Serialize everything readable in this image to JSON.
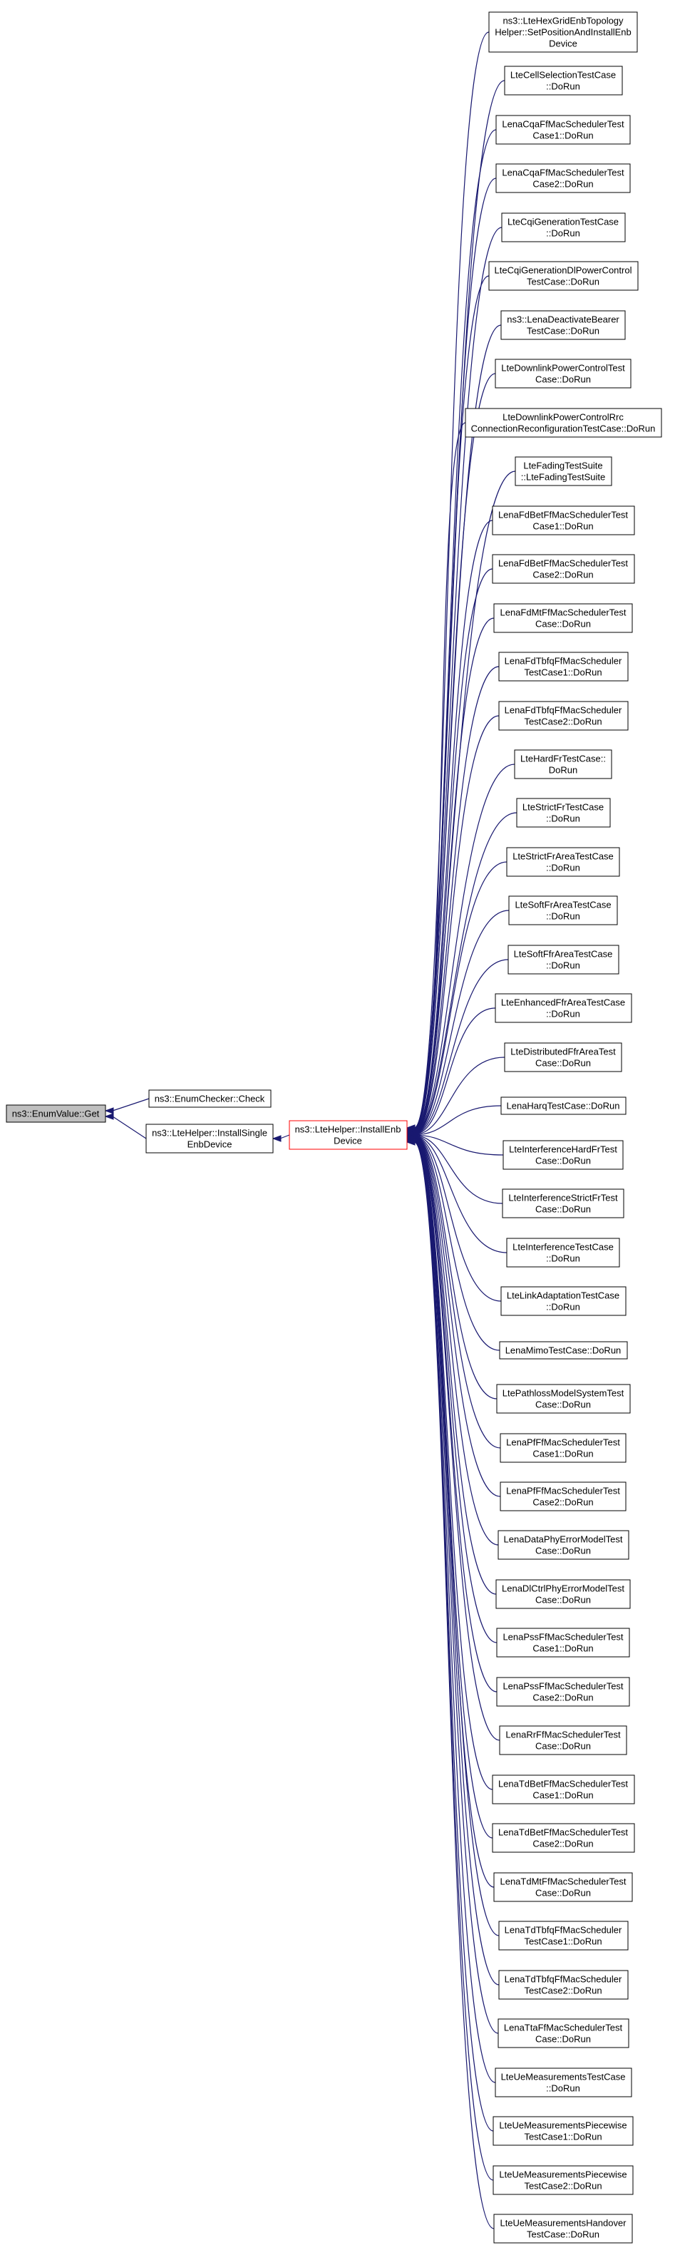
{
  "colors": {
    "edge": "#191970",
    "root_fill": "#bfbfbf",
    "hub_border": "#ff0000",
    "node_border": "#000000"
  },
  "root": {
    "lines": [
      "ns3::EnumValue::Get"
    ]
  },
  "level1": [
    {
      "id": "enumchecker",
      "lines": [
        "ns3::EnumChecker::Check"
      ]
    },
    {
      "id": "installsingle",
      "lines": [
        "ns3::LteHelper::InstallSingle",
        "EnbDevice"
      ]
    }
  ],
  "hub": {
    "lines": [
      "ns3::LteHelper::InstallEnb",
      "Device"
    ]
  },
  "callers": [
    {
      "lines": [
        "ns3::LteHexGridEnbTopology",
        "Helper::SetPositionAndInstallEnb",
        "Device"
      ]
    },
    {
      "lines": [
        "LteCellSelectionTestCase",
        "::DoRun"
      ]
    },
    {
      "lines": [
        "LenaCqaFfMacSchedulerTest",
        "Case1::DoRun"
      ]
    },
    {
      "lines": [
        "LenaCqaFfMacSchedulerTest",
        "Case2::DoRun"
      ]
    },
    {
      "lines": [
        "LteCqiGenerationTestCase",
        "::DoRun"
      ]
    },
    {
      "lines": [
        "LteCqiGenerationDlPowerControl",
        "TestCase::DoRun"
      ]
    },
    {
      "lines": [
        "ns3::LenaDeactivateBearer",
        "TestCase::DoRun"
      ]
    },
    {
      "lines": [
        "LteDownlinkPowerControlTest",
        "Case::DoRun"
      ]
    },
    {
      "lines": [
        "LteDownlinkPowerControlRrc",
        "ConnectionReconfigurationTestCase::DoRun"
      ]
    },
    {
      "lines": [
        "LteFadingTestSuite",
        "::LteFadingTestSuite"
      ]
    },
    {
      "lines": [
        "LenaFdBetFfMacSchedulerTest",
        "Case1::DoRun"
      ]
    },
    {
      "lines": [
        "LenaFdBetFfMacSchedulerTest",
        "Case2::DoRun"
      ]
    },
    {
      "lines": [
        "LenaFdMtFfMacSchedulerTest",
        "Case::DoRun"
      ]
    },
    {
      "lines": [
        "LenaFdTbfqFfMacScheduler",
        "TestCase1::DoRun"
      ]
    },
    {
      "lines": [
        "LenaFdTbfqFfMacScheduler",
        "TestCase2::DoRun"
      ]
    },
    {
      "lines": [
        "LteHardFrTestCase::",
        "DoRun"
      ]
    },
    {
      "lines": [
        "LteStrictFrTestCase",
        "::DoRun"
      ]
    },
    {
      "lines": [
        "LteStrictFrAreaTestCase",
        "::DoRun"
      ]
    },
    {
      "lines": [
        "LteSoftFrAreaTestCase",
        "::DoRun"
      ]
    },
    {
      "lines": [
        "LteSoftFfrAreaTestCase",
        "::DoRun"
      ]
    },
    {
      "lines": [
        "LteEnhancedFfrAreaTestCase",
        "::DoRun"
      ]
    },
    {
      "lines": [
        "LteDistributedFfrAreaTest",
        "Case::DoRun"
      ]
    },
    {
      "lines": [
        "LenaHarqTestCase::DoRun"
      ]
    },
    {
      "lines": [
        "LteInterferenceHardFrTest",
        "Case::DoRun"
      ]
    },
    {
      "lines": [
        "LteInterferenceStrictFrTest",
        "Case::DoRun"
      ]
    },
    {
      "lines": [
        "LteInterferenceTestCase",
        "::DoRun"
      ]
    },
    {
      "lines": [
        "LteLinkAdaptationTestCase",
        "::DoRun"
      ]
    },
    {
      "lines": [
        "LenaMimoTestCase::DoRun"
      ]
    },
    {
      "lines": [
        "LtePathlossModelSystemTest",
        "Case::DoRun"
      ]
    },
    {
      "lines": [
        "LenaPfFfMacSchedulerTest",
        "Case1::DoRun"
      ]
    },
    {
      "lines": [
        "LenaPfFfMacSchedulerTest",
        "Case2::DoRun"
      ]
    },
    {
      "lines": [
        "LenaDataPhyErrorModelTest",
        "Case::DoRun"
      ]
    },
    {
      "lines": [
        "LenaDlCtrlPhyErrorModelTest",
        "Case::DoRun"
      ]
    },
    {
      "lines": [
        "LenaPssFfMacSchedulerTest",
        "Case1::DoRun"
      ]
    },
    {
      "lines": [
        "LenaPssFfMacSchedulerTest",
        "Case2::DoRun"
      ]
    },
    {
      "lines": [
        "LenaRrFfMacSchedulerTest",
        "Case::DoRun"
      ]
    },
    {
      "lines": [
        "LenaTdBetFfMacSchedulerTest",
        "Case1::DoRun"
      ]
    },
    {
      "lines": [
        "LenaTdBetFfMacSchedulerTest",
        "Case2::DoRun"
      ]
    },
    {
      "lines": [
        "LenaTdMtFfMacSchedulerTest",
        "Case::DoRun"
      ]
    },
    {
      "lines": [
        "LenaTdTbfqFfMacScheduler",
        "TestCase1::DoRun"
      ]
    },
    {
      "lines": [
        "LenaTdTbfqFfMacScheduler",
        "TestCase2::DoRun"
      ]
    },
    {
      "lines": [
        "LenaTtaFfMacSchedulerTest",
        "Case::DoRun"
      ]
    },
    {
      "lines": [
        "LteUeMeasurementsTestCase",
        "::DoRun"
      ]
    },
    {
      "lines": [
        "LteUeMeasurementsPiecewise",
        "TestCase1::DoRun"
      ]
    },
    {
      "lines": [
        "LteUeMeasurementsPiecewise",
        "TestCase2::DoRun"
      ]
    },
    {
      "lines": [
        "LteUeMeasurementsHandover",
        "TestCase::DoRun"
      ]
    }
  ]
}
